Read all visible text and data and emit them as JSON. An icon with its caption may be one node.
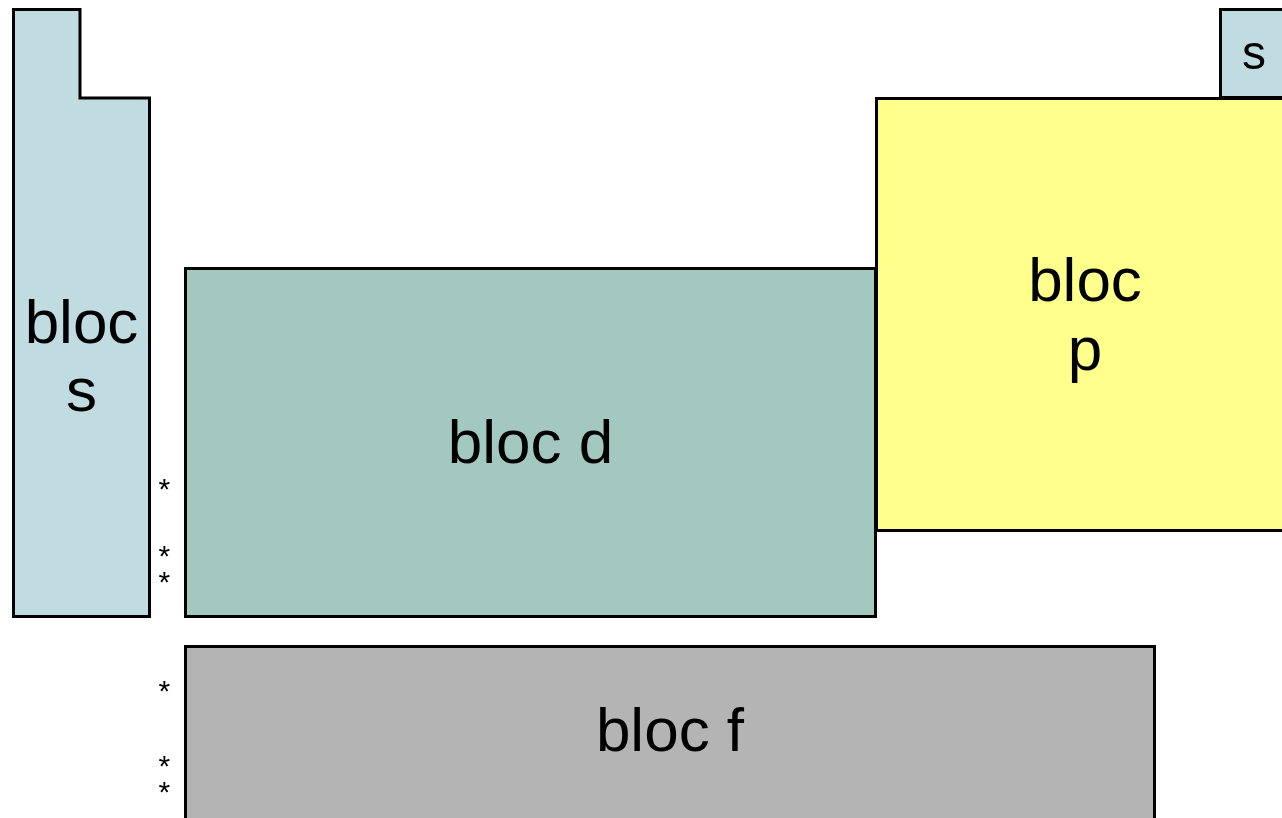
{
  "diagram": {
    "nodes": [
      {
        "text": [
          "bloc s"
        ]
      },
      {
        "text": [
          "s"
        ]
      },
      {
        "text": [
          "bloc p"
        ]
      },
      {
        "text": [
          "bloc d"
        ]
      },
      {
        "text": [
          "bloc f"
        ]
      }
    ],
    "labels": [
      "*",
      "**",
      "*",
      "**"
    ]
  }
}
